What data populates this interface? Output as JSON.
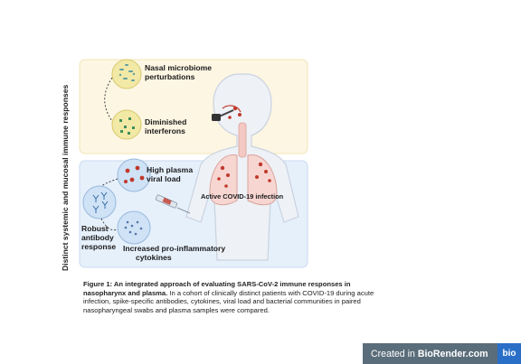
{
  "side_label": "Distinct systemic and mucosal immune responses",
  "labels": {
    "nasal_microbiome": [
      "Nasal microbiome",
      "perturbations"
    ],
    "diminished_interferons": [
      "Diminished",
      "interferons"
    ],
    "high_plasma_viral_load": [
      "High plasma",
      "viral load"
    ],
    "robust_antibody_response": [
      "Robust",
      "antibody",
      "response"
    ],
    "pro_inflammatory_cytokines": [
      "Increased pro-inflammatory",
      "cytokines"
    ],
    "active_covid": "Active COVID-19 infection"
  },
  "caption": {
    "title": "Figure 1: An integrated approach of evaluating SARS-CoV-2 immune responses in nasopharynx and plasma.",
    "body": "In a cohort of clinically distinct patients with COVID-19 during acute infection, spike-specific antibodies, cytokines, viral load and bacterial communities in paired nasopharyngeal swabs and plasma samples were compared."
  },
  "badge": {
    "text_prefix": "Created in ",
    "text_brand": "BioRender.com",
    "logo": "bio"
  },
  "colors": {
    "nasal_panel": "#fdf6e3",
    "blood_panel": "#e6f0fb",
    "virus": "#c0392b",
    "badge_bg": "#5a6d7a",
    "badge_logo": "#2a6fc7"
  }
}
